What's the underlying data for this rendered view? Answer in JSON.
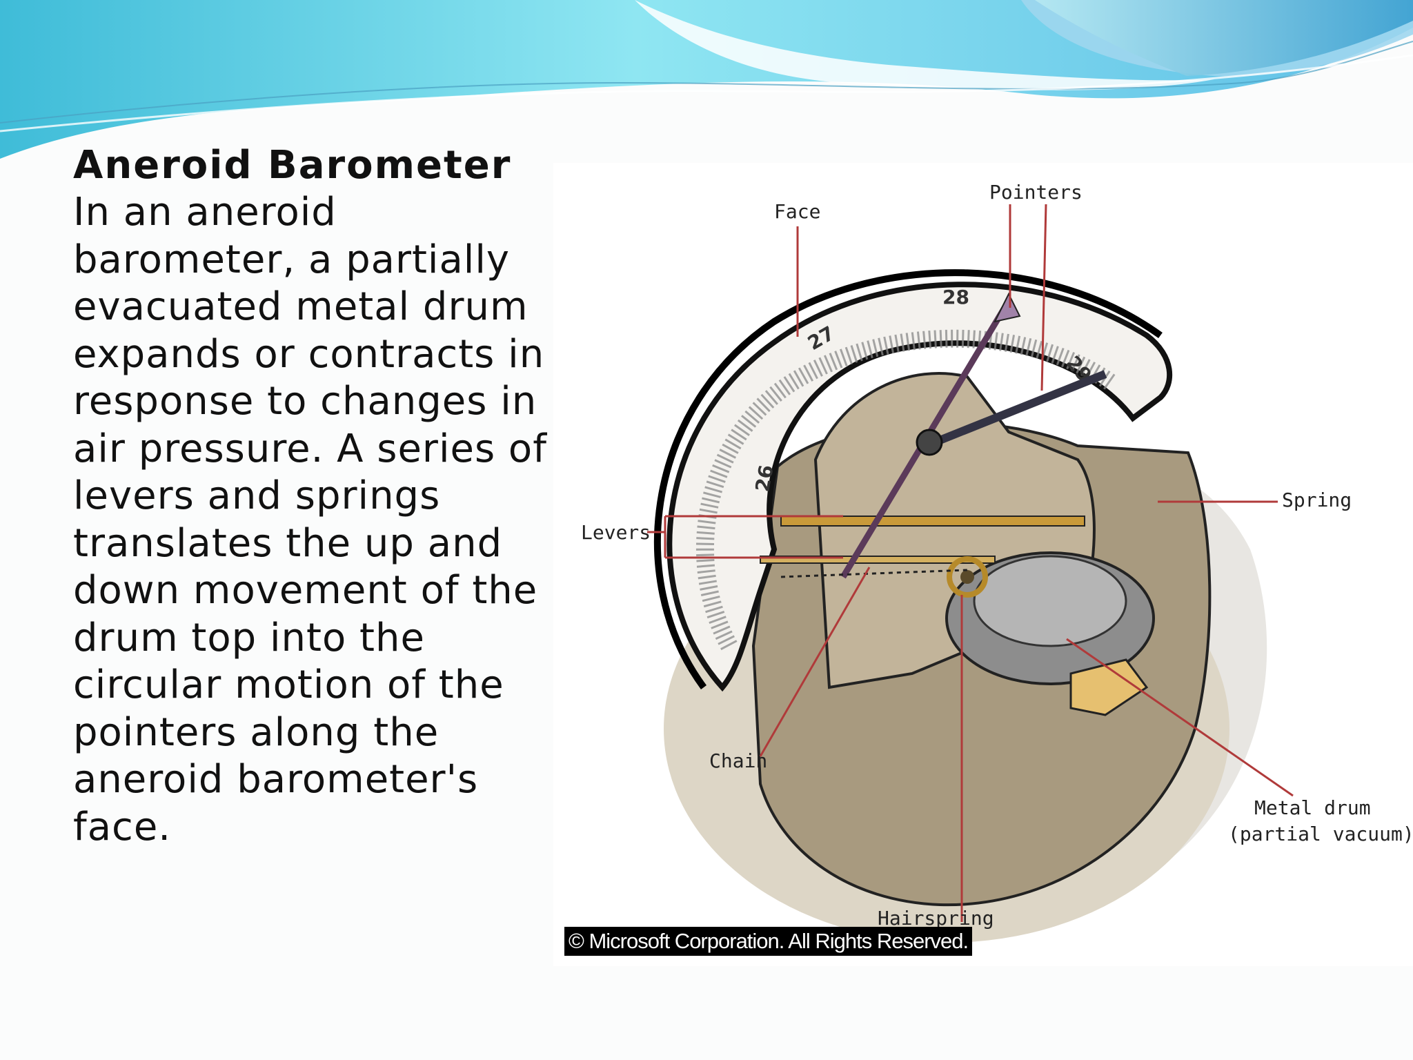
{
  "slide": {
    "title": "Aneroid Barometer",
    "body": "In an aneroid barometer, a partially evacuated metal drum expands or contracts in response to changes in air pressure. A series of levers and springs translates the up and down movement of the drum top into the circular motion of the pointers along the aneroid barometer's face."
  },
  "figure": {
    "labels": {
      "face": "Face",
      "pointers": "Pointers",
      "spring": "Spring",
      "levers": "Levers",
      "chain": "Chain",
      "metal_drum_line1": "Metal drum",
      "metal_drum_line2": "(partial vacuum)",
      "hairspring": "Hairspring"
    },
    "dial_numbers": [
      "26",
      "27",
      "28",
      "29"
    ],
    "copyright": "© Microsoft Corporation. All Rights Reserved."
  },
  "colors": {
    "leader_line": "#b03a3a",
    "housing": "#a89a7f",
    "dial_face": "#f4f2ee",
    "wave_light": "#86e0ef",
    "wave_dark": "#4aa9d6"
  }
}
